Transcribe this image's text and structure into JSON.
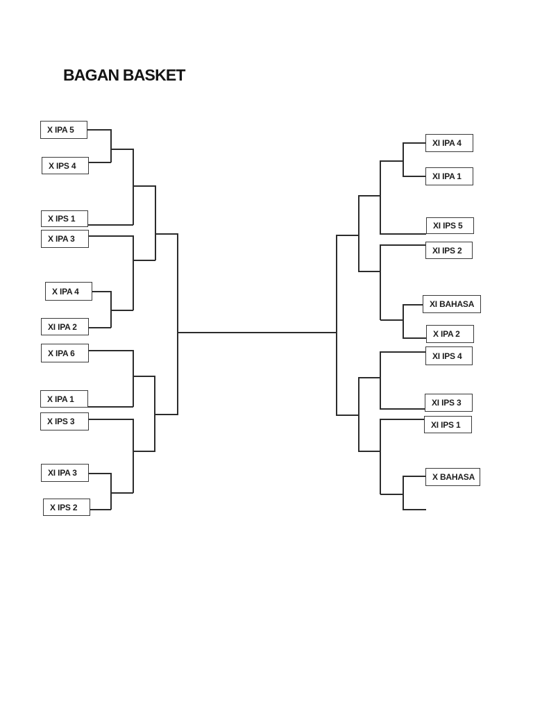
{
  "page": {
    "title": "BAGAN BASKET"
  },
  "bracket": {
    "left": {
      "teams": [
        "X IPA 5",
        "X IPS 4",
        "X IPS 1",
        "X IPA 3",
        "X IPA 4",
        "XI IPA 2",
        "X IPA 6",
        "X IPA 1",
        "X IPS 3",
        "XI IPA 3",
        "X IPS 2"
      ]
    },
    "right": {
      "teams": [
        "XI IPA 4",
        "XI IPA 1",
        "XI IPS 5",
        "XI IPS 2",
        "XI BAHASA",
        "X IPA 2",
        "XI IPS 4",
        "XI IPS 3",
        "XI IPS 1",
        "X BAHASA"
      ]
    }
  }
}
